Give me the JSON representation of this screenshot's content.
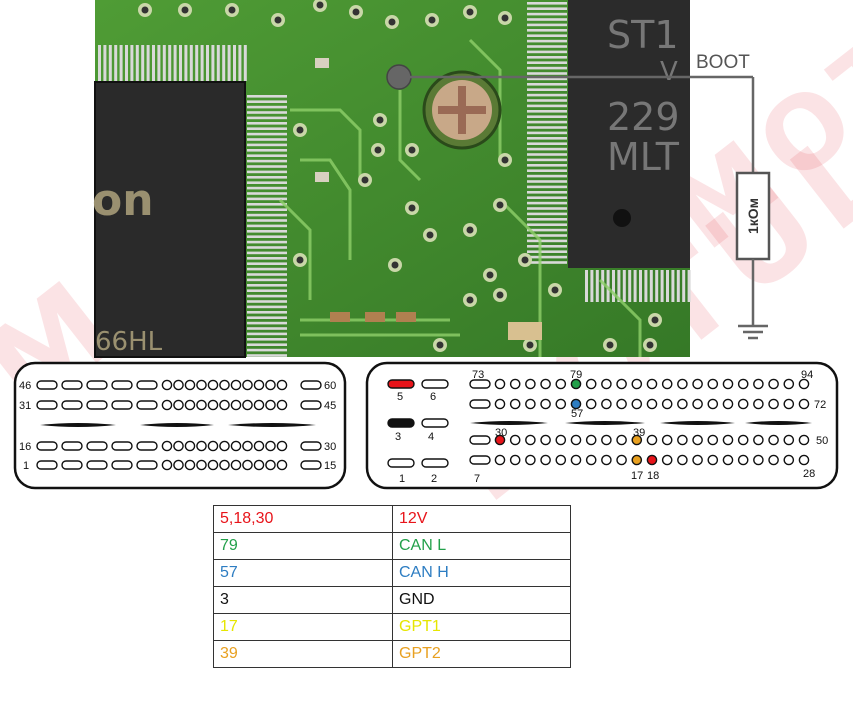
{
  "photo": {
    "boot_label": "BOOT",
    "resistor_label": "1кОм",
    "chip_left_text": "on",
    "chip_left_part": "66HL",
    "chip_right_lines": [
      "ST1",
      "V",
      "229",
      "MLT"
    ]
  },
  "connector_left": {
    "pin_labels": {
      "top_left": "46",
      "top_right": "60",
      "row2_left": "31",
      "row2_right": "45",
      "row3_left": "16",
      "row3_right": "30",
      "bottom_left": "1",
      "bottom_right": "15"
    }
  },
  "connector_right": {
    "pin_labels": [
      "5",
      "6",
      "3",
      "4",
      "1",
      "2",
      "73",
      "94",
      "79",
      "57",
      "72",
      "30",
      "39",
      "50",
      "7",
      "17",
      "18",
      "28"
    ]
  },
  "colors": {
    "red": "#e8141a",
    "green": "#22a04a",
    "blue": "#2d7dc2",
    "black": "#111111",
    "yellow": "#e6e600",
    "orange": "#e8a020"
  },
  "legend": [
    {
      "pins": "5,18,30",
      "signal": "12V",
      "color": "#e8141a"
    },
    {
      "pins": "79",
      "signal": "CAN L",
      "color": "#22a04a"
    },
    {
      "pins": "57",
      "signal": "CAN H",
      "color": "#2d7dc2"
    },
    {
      "pins": "3",
      "signal": "GND",
      "color": "#111111"
    },
    {
      "pins": "17",
      "signal": "GPT1",
      "color": "#e6e600"
    },
    {
      "pins": "39",
      "signal": "GPT2",
      "color": "#e8a020"
    }
  ],
  "watermark": "MOTUL OOO"
}
